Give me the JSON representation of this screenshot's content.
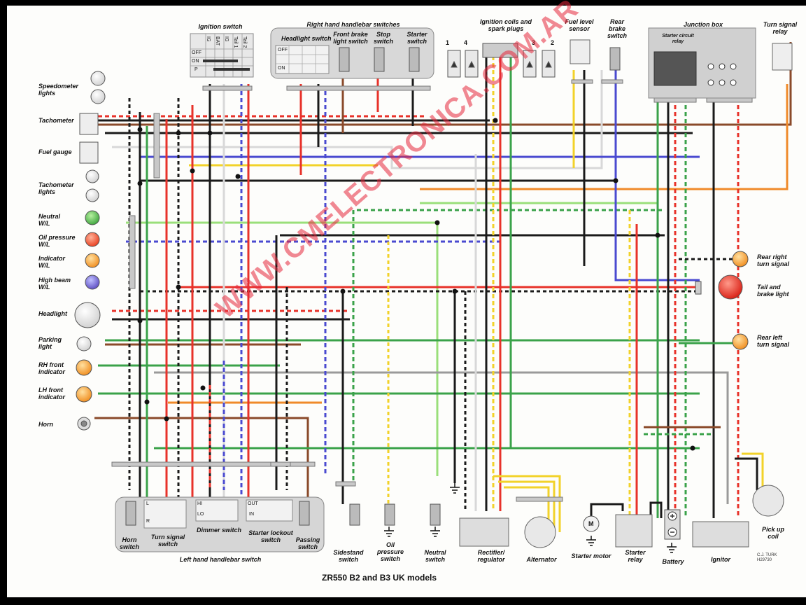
{
  "title": "ZR550 B2 and B3 UK models",
  "credit": "C.J. TURK\nH29730",
  "watermark": "WWW.CMELECTRONICA.COM.AR",
  "labels": {
    "ignition_switch": "Ignition switch",
    "right_handlebar": "Right hand handlebar switches",
    "headlight_switch": "Headlight switch",
    "front_brake_switch": "Front brake\nlight switch",
    "stop_switch": "Stop\nswitch",
    "starter_switch": "Starter\nswitch",
    "ignition_coils": "Ignition coils and\nspark plugs",
    "fuel_level_sensor": "Fuel level\nsensor",
    "rear_brake_switch": "Rear\nbrake\nswitch",
    "junction_box": "Junction box",
    "starter_circuit_relay": "Starter circuit\nrelay",
    "turn_signal_relay": "Turn signal\nrelay",
    "speedometer_lights": "Speedometer\nlights",
    "tachometer": "Tachometer",
    "fuel_gauge": "Fuel gauge",
    "tachometer_lights": "Tachometer\nlights",
    "neutral_wl": "Neutral\nW/L",
    "oil_pressure_wl": "Oil pressure\nW/L",
    "indicator_wl": "Indicator\nW/L",
    "high_beam_wl": "High beam\nW/L",
    "headlight": "Headlight",
    "parking_light": "Parking\nlight",
    "rh_front_indicator": "RH front\nindicator",
    "lh_front_indicator": "LH front\nindicator",
    "horn": "Horn",
    "rear_right_turn": "Rear right\nturn signal",
    "tail_brake_light": "Tail and\nbrake light",
    "rear_left_turn": "Rear left\nturn signal",
    "horn_switch": "Horn\nswitch",
    "turn_signal_switch": "Turn signal\nswitch",
    "dimmer_switch": "Dimmer switch",
    "starter_lockout_switch": "Starter lockout\nswitch",
    "passing_switch": "Passing\nswitch",
    "left_handlebar": "Left hand handlebar switch",
    "sidestand_switch": "Sidestand\nswitch",
    "oil_pressure_switch": "Oil\npressure\nswitch",
    "neutral_switch": "Neutral\nswitch",
    "rectifier_regulator": "Rectifier/\nregulator",
    "alternator": "Alternator",
    "starter_motor": "Starter motor",
    "starter_relay": "Starter\nrelay",
    "battery": "Battery",
    "ignitor": "Ignitor",
    "pickup_coil": "Pick up\ncoil"
  },
  "switch_text": {
    "ign_cols": [
      "IG",
      "BAT",
      "IG",
      "Tail 1",
      "Tail 2"
    ],
    "ign_rows": [
      "OFF",
      "ON",
      "P"
    ],
    "headlight_rows": [
      "OFF",
      "ON"
    ],
    "coil_numbers": [
      "1",
      "4",
      "3",
      "2"
    ],
    "turn_rows": [
      "L",
      "R"
    ],
    "dimmer_rows": [
      "HI",
      "LO"
    ],
    "lockout_rows": [
      "OUT",
      "IN"
    ],
    "motor_symbol": "M"
  },
  "wire_colors": {
    "black": "#1a1a1a",
    "red": "#e8322a",
    "green": "#3aa24a",
    "blue": "#4a4ad0",
    "yellow": "#f2d22a",
    "brown": "#8a4a2a",
    "orange": "#f08a2a",
    "white": "#d8d8d8",
    "light_green": "#9adf7a",
    "grey": "#9a9a9a"
  }
}
